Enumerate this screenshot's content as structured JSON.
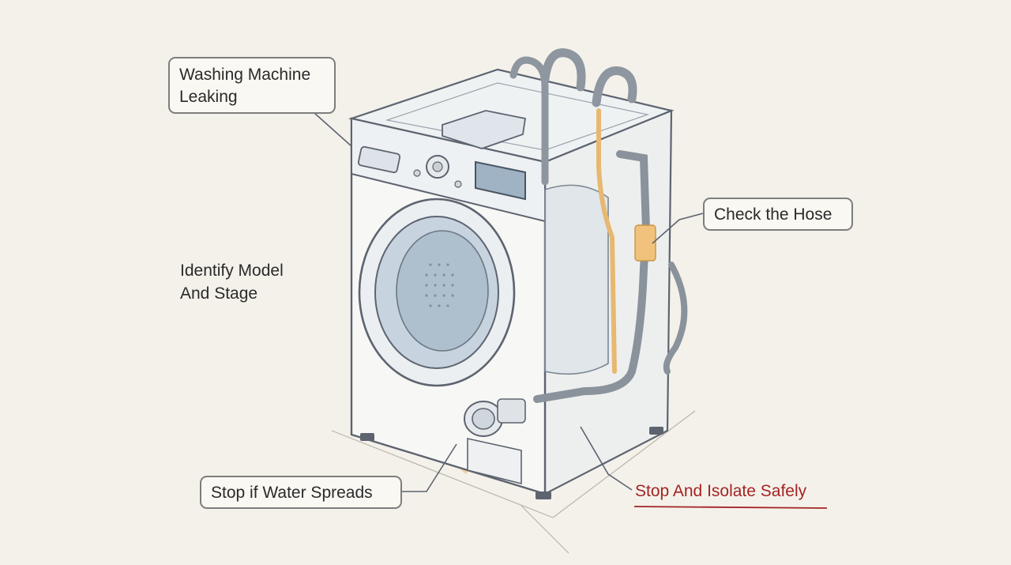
{
  "labels": {
    "washing_machine_leaking_line1": "Washing Machine",
    "washing_machine_leaking_line2": "Leaking",
    "check_the_hose": "Check the Hose",
    "identify_model_line1": "Identify Model",
    "identify_model_line2": "And Stage",
    "stop_if_water_spreads": "Stop if Water Spreads",
    "stop_and_isolate_safely": "Stop And Isolate Safely"
  },
  "colors": {
    "background": "#f4f1ea",
    "outline": "#5d6470",
    "glass_blue": "#cfdbe6",
    "hose_grey": "#8e96a0",
    "water_orange": "#f2c27a",
    "accent_red": "#a32424",
    "callout_border": "#7d7d7d"
  }
}
